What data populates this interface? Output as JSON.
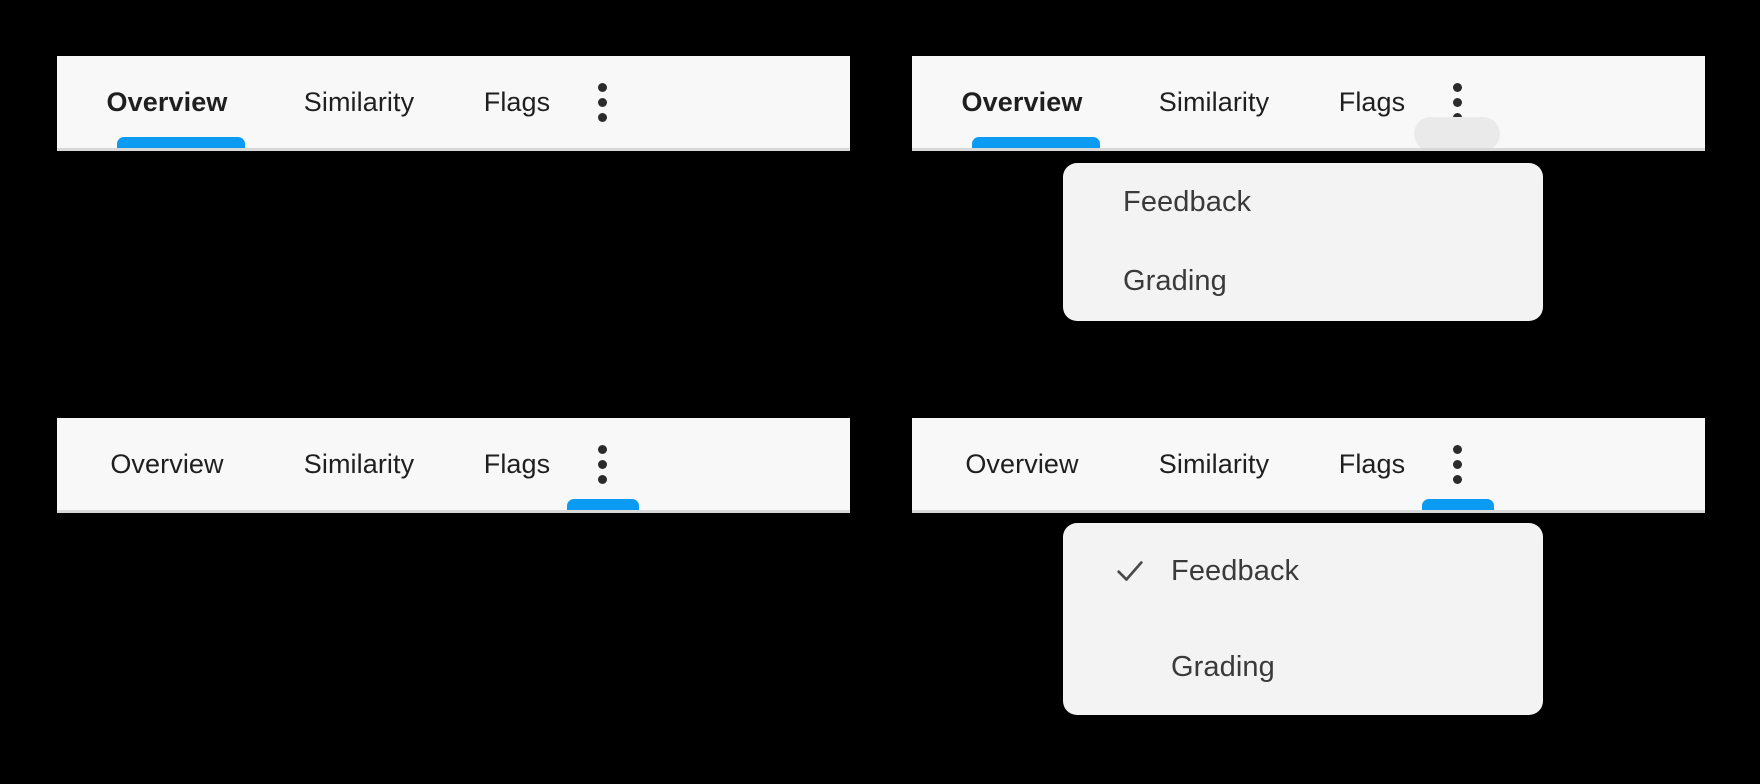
{
  "canvas": {
    "background": "#000000",
    "accent": "#0C9BF2",
    "panel_bg": "#F8F8F8",
    "menu_bg": "#F3F3F3",
    "text_color": "#1F1F1F",
    "menu_text_color": "#3A3A3A"
  },
  "panels": [
    {
      "id": "top-left",
      "variant": "tabs-only-overview-selected",
      "tabs": [
        {
          "label": "Overview",
          "bold": true,
          "active": true
        },
        {
          "label": "Similarity",
          "bold": false,
          "active": false
        },
        {
          "label": "Flags",
          "bold": false,
          "active": false
        }
      ],
      "overflow_icon": "kebab-menu-icon",
      "menu_open": false,
      "ripple_visible": false
    },
    {
      "id": "top-right",
      "variant": "tabs-with-open-menu",
      "tabs": [
        {
          "label": "Overview",
          "bold": true,
          "active": true
        },
        {
          "label": "Similarity",
          "bold": false,
          "active": false
        },
        {
          "label": "Flags",
          "bold": false,
          "active": false
        }
      ],
      "overflow_icon": "kebab-menu-icon",
      "menu_open": true,
      "ripple_visible": true,
      "menu": {
        "items": [
          {
            "label": "Feedback",
            "checked": false
          },
          {
            "label": "Grading",
            "checked": false
          }
        ]
      }
    },
    {
      "id": "bottom-left",
      "variant": "overflow-tab-selected",
      "tabs": [
        {
          "label": "Overview",
          "bold": false,
          "active": false
        },
        {
          "label": "Similarity",
          "bold": false,
          "active": false
        },
        {
          "label": "Flags",
          "bold": false,
          "active": false
        }
      ],
      "overflow_icon": "kebab-menu-icon",
      "overflow_active": true,
      "menu_open": false,
      "ripple_visible": false
    },
    {
      "id": "bottom-right",
      "variant": "overflow-tab-selected-with-open-menu",
      "tabs": [
        {
          "label": "Overview",
          "bold": false,
          "active": false
        },
        {
          "label": "Similarity",
          "bold": false,
          "active": false
        },
        {
          "label": "Flags",
          "bold": false,
          "active": false
        }
      ],
      "overflow_icon": "kebab-menu-icon",
      "overflow_active": true,
      "menu_open": true,
      "ripple_visible": false,
      "menu": {
        "items": [
          {
            "label": "Feedback",
            "checked": true,
            "check_icon": "checkmark-icon"
          },
          {
            "label": "Grading",
            "checked": false
          }
        ]
      }
    }
  ]
}
